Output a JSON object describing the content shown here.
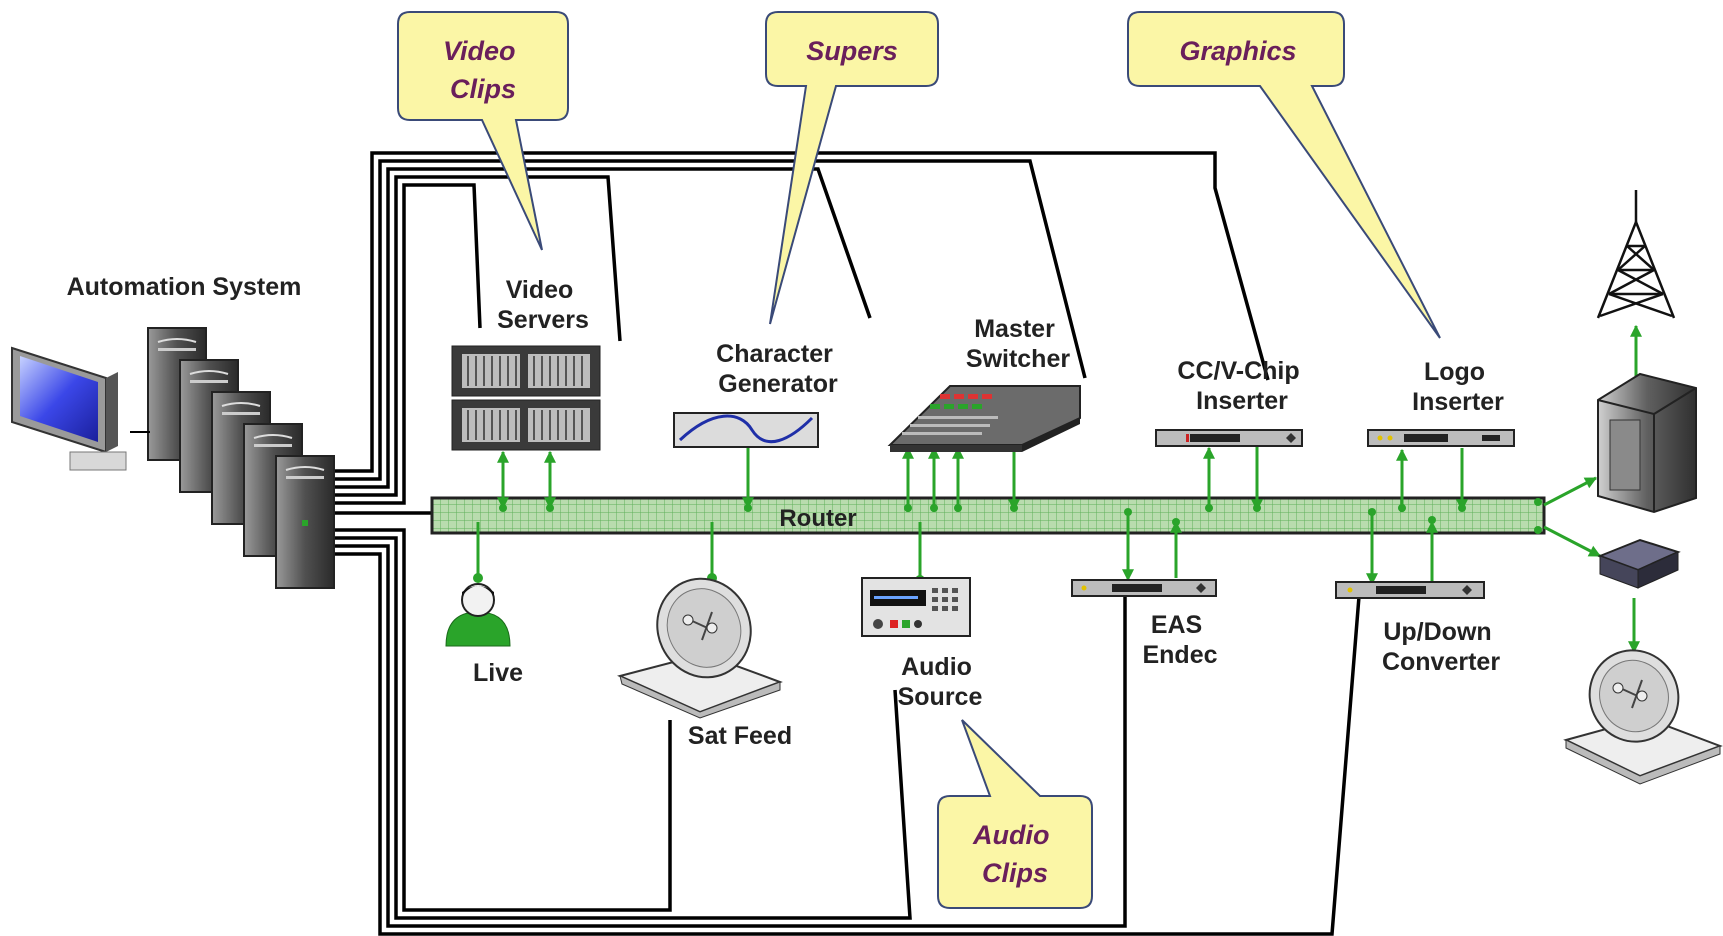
{
  "labels": {
    "automation": "Automation System",
    "video_servers": [
      "Video",
      "Servers"
    ],
    "char_gen": [
      "Character",
      "Generator"
    ],
    "master_switcher": [
      "Master",
      "Switcher"
    ],
    "cc_vchip": [
      "CC/V-Chip",
      "Inserter"
    ],
    "logo_inserter": [
      "Logo",
      "Inserter"
    ],
    "router": "Router",
    "live": "Live",
    "sat_feed": "Sat Feed",
    "audio_source": [
      "Audio",
      "Source"
    ],
    "eas_endec": [
      "EAS",
      "Endec"
    ],
    "updown": [
      "Up/Down",
      "Converter"
    ]
  },
  "callouts": {
    "video_clips": [
      "Video",
      "Clips"
    ],
    "supers": [
      "Supers"
    ],
    "graphics": [
      "Graphics"
    ],
    "audio_clips": [
      "Audio",
      "Clips"
    ]
  },
  "colors": {
    "callout_fill": "#fbf6a6",
    "callout_text": "#6a1f5b",
    "signal": "#2aa42a",
    "router_fill": "#b9dcae"
  },
  "icons": [
    "monitor-icon",
    "server-tower-icon",
    "video-server-icon",
    "character-generator-icon",
    "master-switcher-icon",
    "rack-unit-icon",
    "live-person-icon",
    "satellite-dish-icon",
    "audio-source-icon",
    "transmitter-tower-icon",
    "server-cabinet-icon",
    "modulator-icon"
  ]
}
